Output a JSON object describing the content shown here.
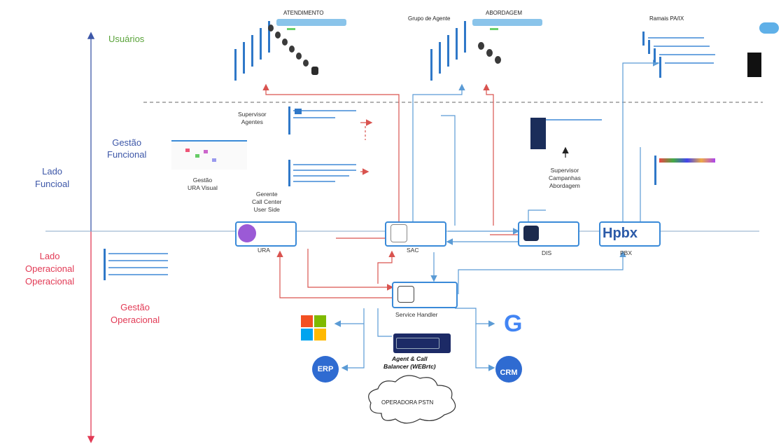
{
  "labels": {
    "usuarios": "Usuários",
    "gestao_funcional": "Gestão\nFuncional",
    "lado_funcional": "Lado\nFuncioal",
    "lado_operacional": "Lado\nOperacional\nOperacional",
    "gestao_operacional": "Gestão\nOperacional",
    "atendimento": "ATENDIMENTO",
    "grupo_agente": "Grupo de Agente",
    "abordagem": "ABORDAGEM",
    "ramais": "Ramais PA/IX",
    "supervisor_agentes": "Supervisor\nAgentes",
    "gestao_ura_visual": "Gestão\nURA Visual",
    "gerente": "Gerente\nCall Center\nUser Side",
    "supervisor_campanhas": "Supervisor\nCampanhas\nAbordagem",
    "ura": "URA",
    "sac": "SAC",
    "dis": "DIS",
    "pbx": "PBX",
    "pbx_logo": "Hpbx",
    "service_handler": "Service Handler",
    "balancer": "Agent & Call\nBalancer (WEBrtc)",
    "erp": "ERP",
    "crm": "CRM",
    "google": "G",
    "operadora": "OPERADORA PSTN"
  },
  "colors": {
    "axis": "#3d57a8",
    "axis_red": "#e23a55",
    "flow_red": "#d9534f",
    "flow_blue": "#5b9bd5",
    "node_blue": "#3a8ad8",
    "green": "#5aa33a"
  }
}
